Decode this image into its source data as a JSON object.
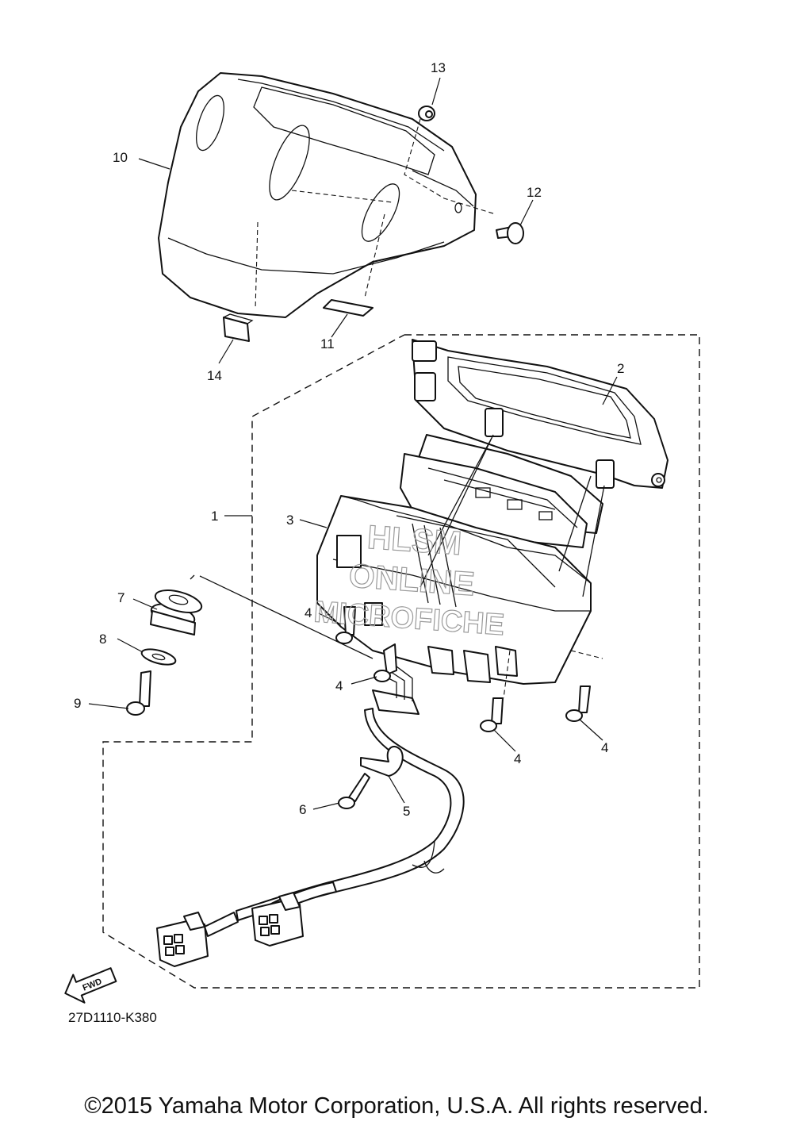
{
  "diagram": {
    "code": "27D1110-K380",
    "fwd_label": "FWD",
    "watermark": [
      "HLSM",
      "ONLINE",
      "MICROFICHE"
    ],
    "callouts": [
      {
        "id": "c13",
        "text": "13"
      },
      {
        "id": "c10",
        "text": "10"
      },
      {
        "id": "c12",
        "text": "12"
      },
      {
        "id": "c11",
        "text": "11"
      },
      {
        "id": "c14",
        "text": "14"
      },
      {
        "id": "c2",
        "text": "2"
      },
      {
        "id": "c1",
        "text": "1"
      },
      {
        "id": "c3",
        "text": "3"
      },
      {
        "id": "c7",
        "text": "7"
      },
      {
        "id": "c8",
        "text": "8"
      },
      {
        "id": "c9",
        "text": "9"
      },
      {
        "id": "c4a",
        "text": "4"
      },
      {
        "id": "c4b",
        "text": "4"
      },
      {
        "id": "c4c",
        "text": "4"
      },
      {
        "id": "c4d",
        "text": "4"
      },
      {
        "id": "c6",
        "text": "6"
      },
      {
        "id": "c5",
        "text": "5"
      }
    ]
  },
  "footer": {
    "copyright": "©2015 Yamaha Motor Corporation, U.S.A. All rights reserved."
  }
}
